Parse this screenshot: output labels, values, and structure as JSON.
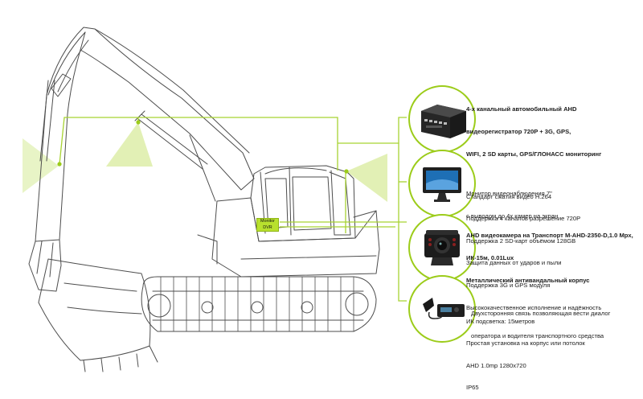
{
  "monitor_dvr_label": {
    "line1": "Monitor",
    "line2": "DVR"
  },
  "accent_color": "#9ccc1a",
  "features": [
    {
      "icon": "dvr-recorder-icon",
      "title_lines": [
        "4-х канальный автомобильный AHD",
        "видеорегистратор 720P + 3G, GPS,",
        "WIFI, 2 SD карты, GPS/ГЛОНАСС мониторинг"
      ],
      "body_lines": [
        "Стандарт сжатия видео H.264",
        "Поддержка 4 каналов разрешение 720P",
        "Поддержка 2 SD-карт объёмом 128GB",
        "Защита данных от ударов и пыли",
        "Поддержка 3G и GPS модуля",
        "Высококачественное исполнение и надёжность"
      ]
    },
    {
      "icon": "monitor-icon",
      "title_lines": [],
      "body_lines": [
        "Монитор видеонаблюдения 7\"",
        "с выводом до 4х камер на экран"
      ]
    },
    {
      "icon": "camera-icon",
      "title_lines": [
        "AHD видеокамера на Транспорт M-AHD-2350-D,1.0 Mpx,",
        "ИК-15м, 0.01Lux",
        "Металлический антивандальный корпус"
      ],
      "body_lines": [
        "ИК подсветка: 15метров",
        "Простая установка на корпус или потолок",
        "AHD 1.0mp 1280x720",
        "IP65"
      ]
    },
    {
      "icon": "radio-microphone-icon",
      "title_lines": [],
      "body_lines": [
        "Двухсторонняя связь позволяющая вести диалог",
        "оператора и водителя транспортного средства"
      ]
    }
  ]
}
